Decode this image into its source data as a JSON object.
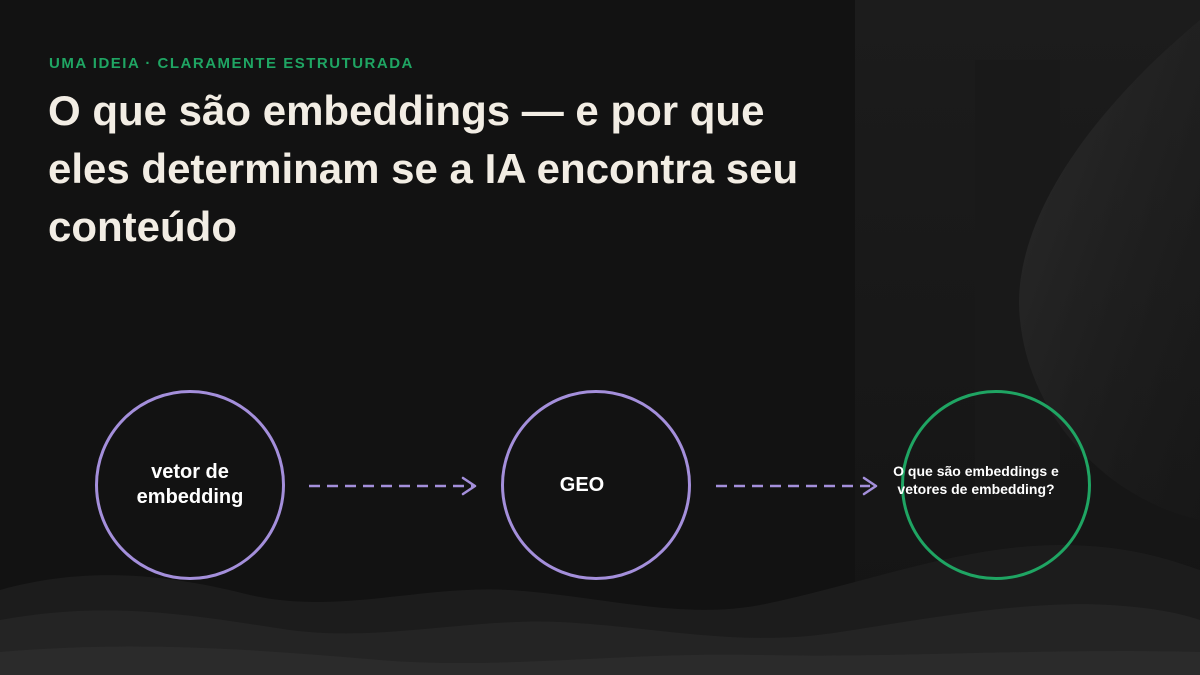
{
  "slide": {
    "eyebrow": "UMA IDEIA · CLARAMENTE ESTRUTURADA",
    "title": "O que são embeddings — e por que eles determinam se a IA encontra seu conteúdo"
  },
  "diagram": {
    "nodes": [
      {
        "label": "vetor de embedding",
        "color": "#a48fdb"
      },
      {
        "label": "GEO",
        "color": "#a48fdb"
      },
      {
        "label": "O que são embeddings e vetores de embedding?",
        "color": "#1fa563"
      }
    ],
    "connector_color": "#a48fdb"
  },
  "theme": {
    "background": "#121212",
    "accent_green": "#1fa563",
    "title_color": "#f2ede4"
  }
}
